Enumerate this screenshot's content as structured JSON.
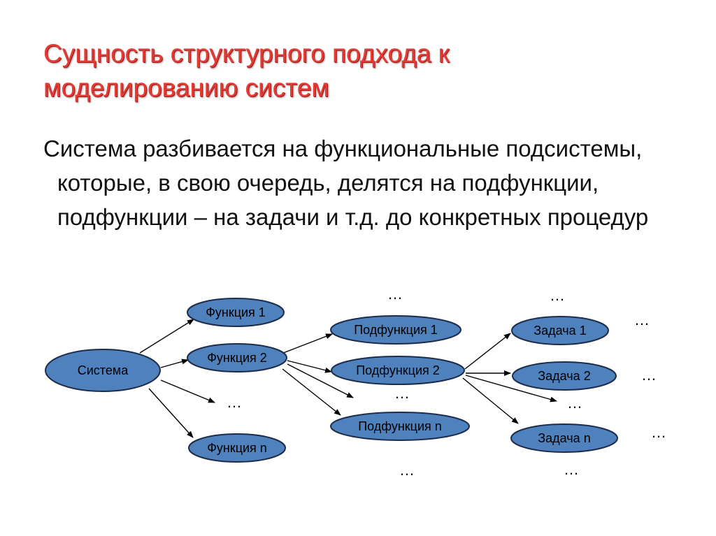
{
  "slide": {
    "title_line1": "Сущность структурного подхода к",
    "title_line2": "моделированию систем",
    "body": "Система разбивается на функциональные подсистемы, которые, в свою очередь, делятся на подфункции, подфункции – на задачи и т.д. до конкретных процедур"
  },
  "diagram": {
    "nodes": {
      "system": "Система",
      "func1": "Функция 1",
      "func2": "Функция 2",
      "funcn": "Функция n",
      "sub1": "Подфункция 1",
      "sub2": "Подфункция 2",
      "subn": "Подфункция n",
      "task1": "Задача 1",
      "task2": "Задача 2",
      "taskn": "Задача n"
    },
    "ellipsis": "…",
    "colors": {
      "node_fill": "#4f81bd",
      "node_stroke": "#1c2c4a",
      "title": "#e63a35",
      "arrow": "#000000"
    }
  }
}
